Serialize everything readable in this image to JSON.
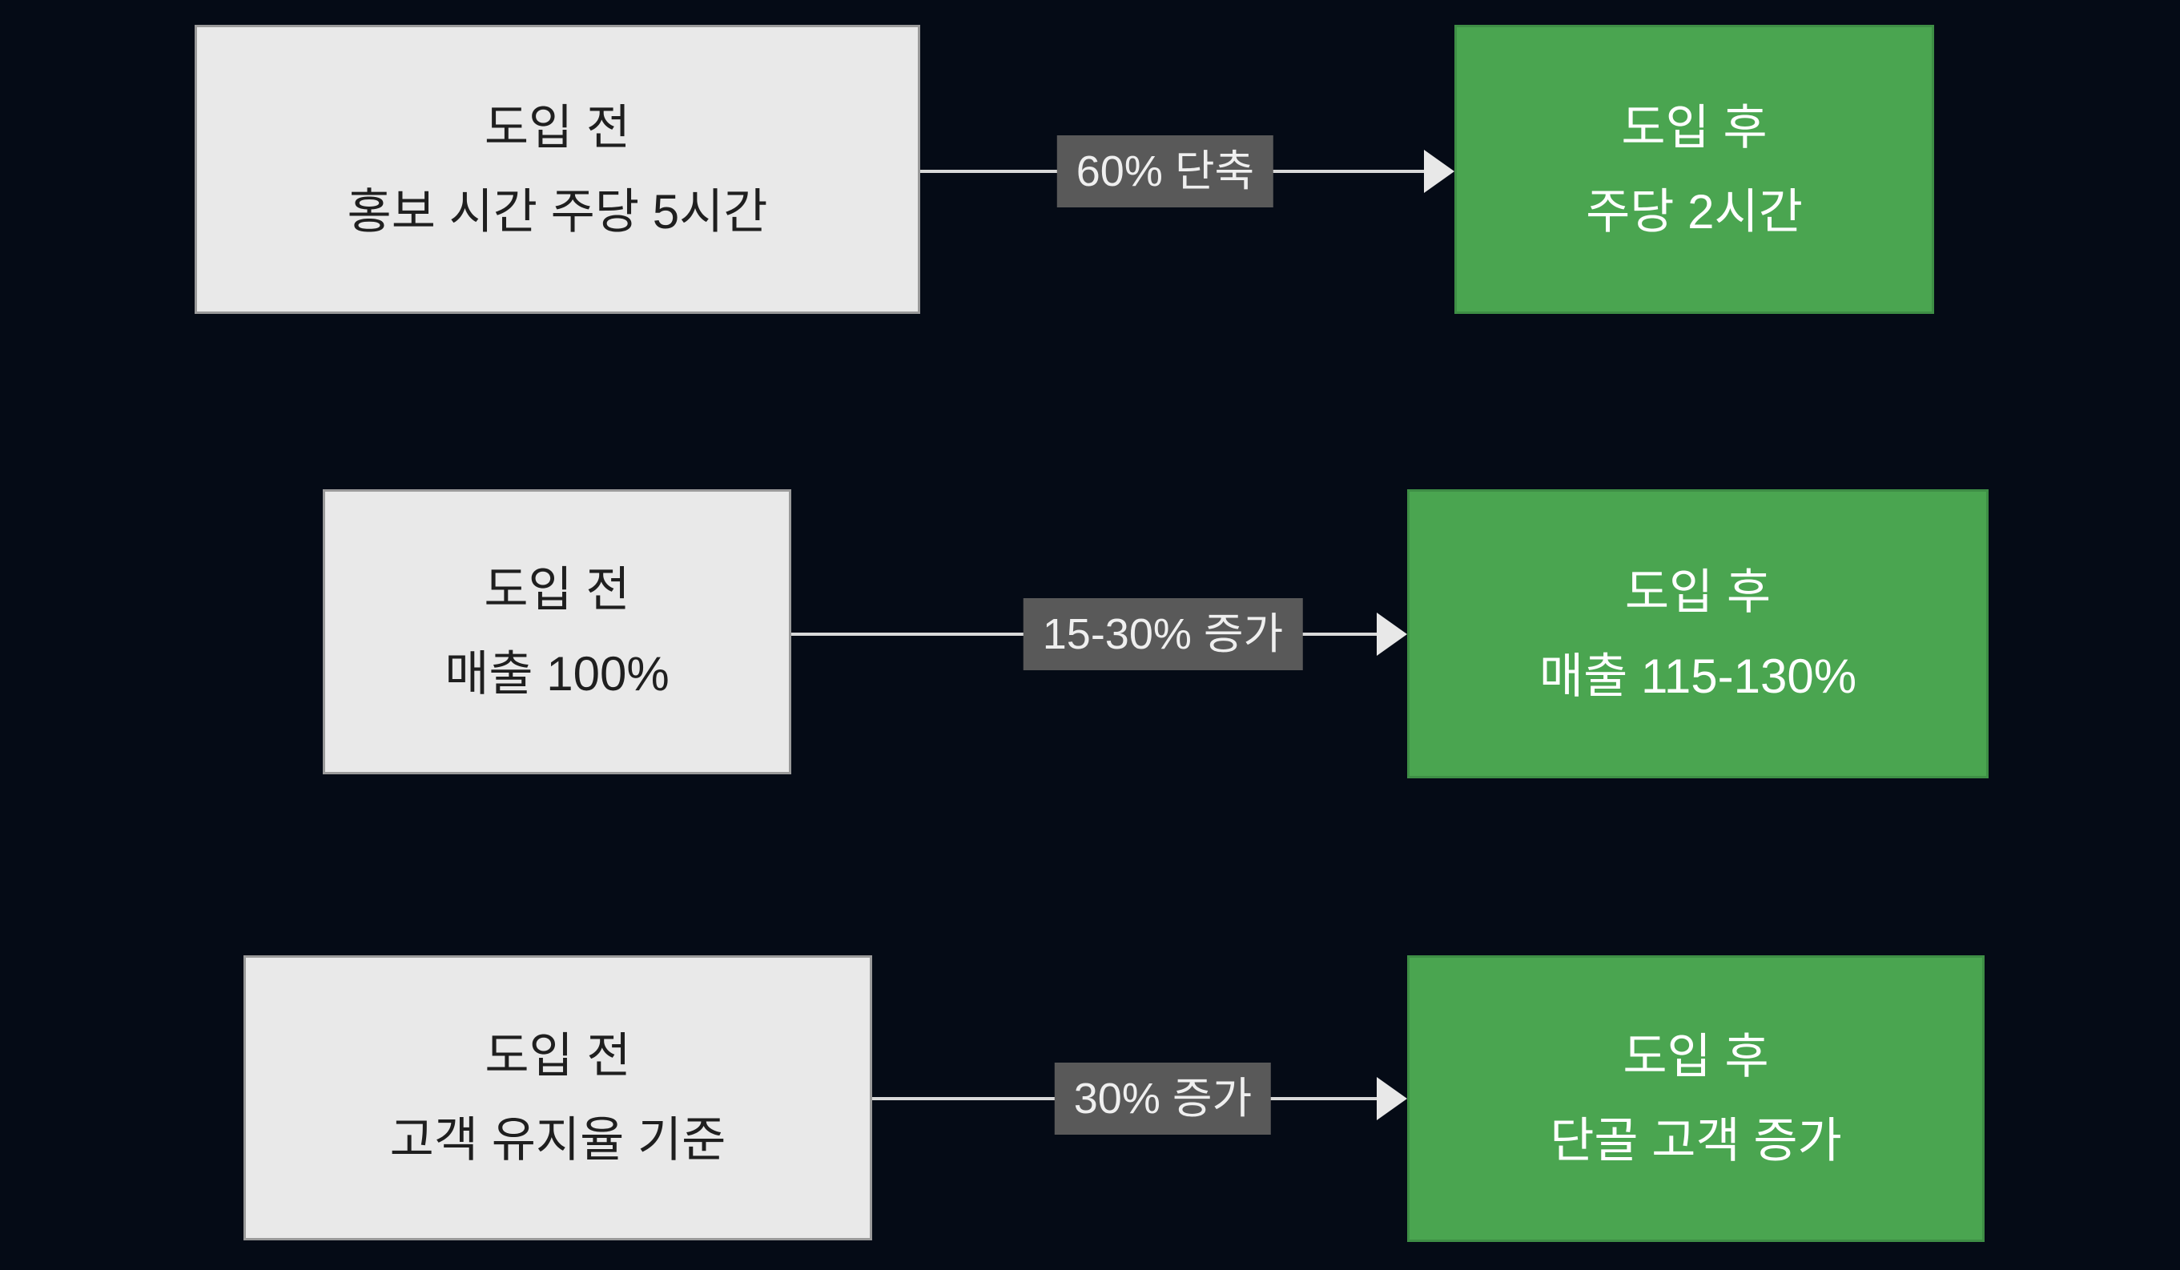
{
  "colors": {
    "background": "#050b16",
    "before_box_fill": "#e9e9e9",
    "before_box_border": "#9a9a9a",
    "before_box_text": "#1f1f1f",
    "after_box_fill": "#4aa550",
    "after_box_border": "#3e8e45",
    "after_box_text": "#ffffff",
    "arrow_line": "#d9d9d9",
    "arrow_label_bg": "#595959",
    "arrow_label_text": "#efefef"
  },
  "rows": [
    {
      "before": {
        "line1": "도입 전",
        "line2": "홍보 시간 주당 5시간"
      },
      "arrow_label": "60% 단축",
      "after": {
        "line1": "도입 후",
        "line2": "주당 2시간"
      }
    },
    {
      "before": {
        "line1": "도입 전",
        "line2": "매출 100%"
      },
      "arrow_label": "15-30% 증가",
      "after": {
        "line1": "도입 후",
        "line2": "매출 115-130%"
      }
    },
    {
      "before": {
        "line1": "도입 전",
        "line2": "고객 유지율 기준"
      },
      "arrow_label": "30% 증가",
      "after": {
        "line1": "도입 후",
        "line2": "단골 고객 증가"
      }
    }
  ]
}
